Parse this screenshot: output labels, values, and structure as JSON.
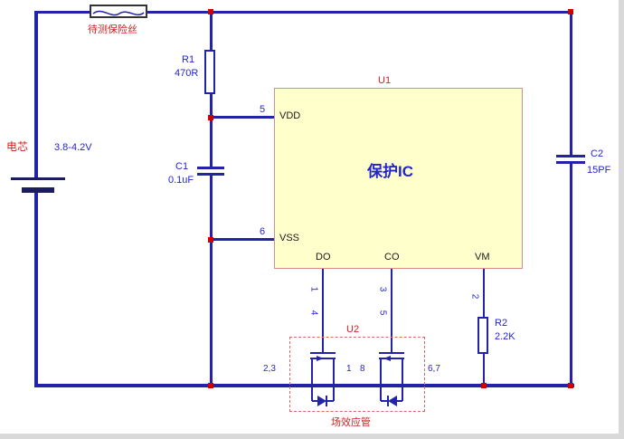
{
  "colors": {
    "wire": "#2323a8",
    "blue_text": "#2424cf",
    "red_text": "#cc2222",
    "ic_fill": "#ffffcc",
    "ic_border": "#d98c8c",
    "node_dot": "#cc0000"
  },
  "battery": {
    "name": "电芯",
    "voltage": "3.8-4.2V"
  },
  "fuse": {
    "label": "待测保险丝"
  },
  "r1": {
    "ref": "R1",
    "value": "470R"
  },
  "c1": {
    "ref": "C1",
    "value": "0.1uF"
  },
  "r2": {
    "ref": "R2",
    "value": "2.2K"
  },
  "c2": {
    "ref": "C2",
    "value": "15PF"
  },
  "u1": {
    "ref": "U1",
    "name": "保护IC",
    "pin_vdd": "VDD",
    "pin_vss": "VSS",
    "pin_do": "DO",
    "pin_co": "CO",
    "pin_vm": "VM",
    "num_vdd": "5",
    "num_vss": "6",
    "num_do_a": "1",
    "num_do_b": "4",
    "num_co_a": "3",
    "num_co_b": "5",
    "num_vm": "2"
  },
  "u2": {
    "ref": "U2",
    "name": "场效应管",
    "pins_left": "2,3",
    "pins_mid_left": "1",
    "pins_mid_right": "8",
    "pins_right": "6,7"
  }
}
